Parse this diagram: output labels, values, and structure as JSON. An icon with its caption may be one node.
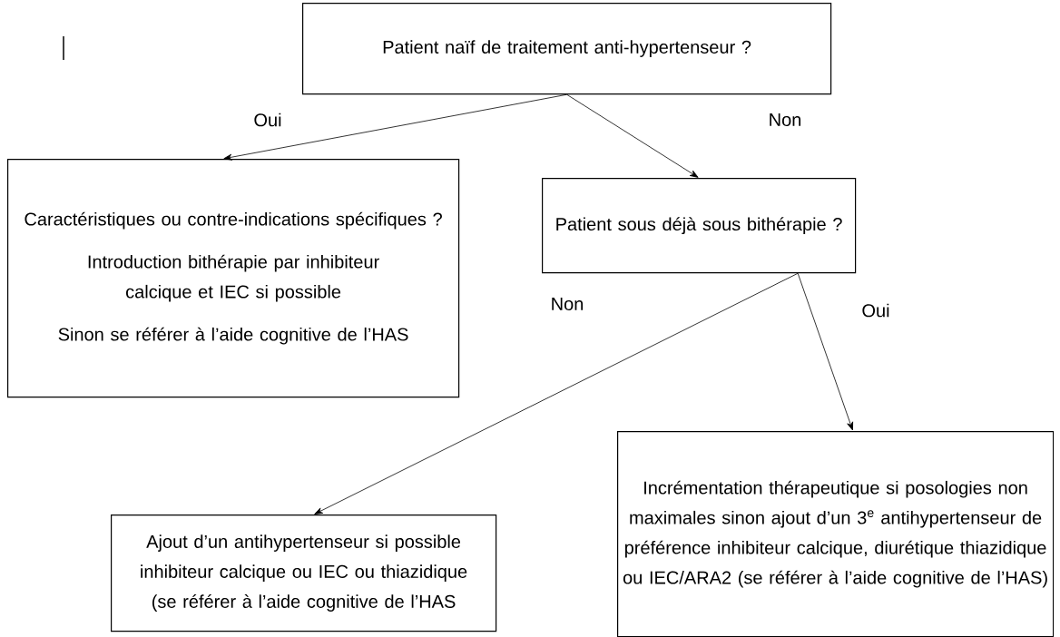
{
  "diagram": {
    "nodes": [
      {
        "text": [
          "Patient naïf de traitement anti-hypertenseur ?"
        ]
      },
      {
        "text": [
          "Caractéristiques ou contre-indications spécifiques ?",
          "Introduction bithérapie par inhibiteur calcique et IEC si possible",
          "Sinon se référer à l’aide cognitive de l’HAS"
        ]
      },
      {
        "text": [
          "Patient sous déjà sous bithérapie ?"
        ]
      },
      {
        "text": [
          "Ajout d’un antihypertenseur si possible inhibiteur calcique ou IEC ou thiazidique (se référer à l’aide cognitive de l’HAS"
        ]
      },
      {
        "text": [
          "Incrémentation thérapeutique si posologies non maximales sinon ajout d’un 3$^{e}$ antihypertenseur de préférence inhibiteur calcique, diurétique thiazidique ou IEC/ARA2 (se référer à l’aide cognitive de l’HAS)"
        ]
      }
    ],
    "edges": [
      {
        "from": 0,
        "to": 1,
        "arrow": "to",
        "label": "Oui"
      },
      {
        "from": 0,
        "to": 2,
        "arrow": "to",
        "label": "Non"
      },
      {
        "from": 2,
        "to": 3,
        "arrow": "to",
        "label": "Non"
      },
      {
        "from": 2,
        "to": 4,
        "arrow": "to",
        "label": "Oui"
      }
    ]
  }
}
